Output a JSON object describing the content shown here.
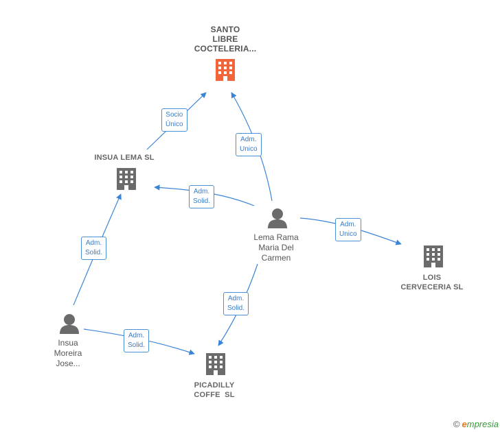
{
  "colors": {
    "edge": "#3a84d8",
    "company": "#6b6b6b",
    "main_company": "#f0663a",
    "person": "#6b6b6b"
  },
  "nodes": {
    "santo": {
      "lines": [
        "SANTO",
        "LIBRE",
        "COCTELERIA..."
      ],
      "icon": "building-icon"
    },
    "insua_lema": {
      "lines": [
        "INSUA LEMA SL"
      ],
      "icon": "building-icon"
    },
    "lois": {
      "lines": [
        "LOIS",
        "CERVECERIA SL"
      ],
      "icon": "building-icon"
    },
    "picadilly": {
      "lines": [
        "PICADILLY",
        "COFFE  SL"
      ],
      "icon": "building-icon"
    },
    "lema_rama": {
      "lines": [
        "Lema Rama",
        "Maria Del",
        "Carmen"
      ],
      "icon": "person-icon"
    },
    "insua_moreira": {
      "lines": [
        "Insua",
        "Moreira",
        "Jose..."
      ],
      "icon": "person-icon"
    }
  },
  "edges": {
    "socio_unico": [
      "Socio",
      "Único"
    ],
    "adm_unico_santo": [
      "Adm.",
      "Unico"
    ],
    "adm_solid_insua": [
      "Adm.",
      "Solid."
    ],
    "adm_unico_lois": [
      "Adm.",
      "Unico"
    ],
    "adm_solid_moreira_insua": [
      "Adm.",
      "Solid."
    ],
    "adm_solid_picadilly": [
      "Adm.",
      "Solid."
    ],
    "adm_solid_moreira_picadilly": [
      "Adm.",
      "Solid."
    ]
  },
  "footer": {
    "copyright": "©",
    "brand_initial": "e",
    "brand_rest": "mpresia"
  }
}
